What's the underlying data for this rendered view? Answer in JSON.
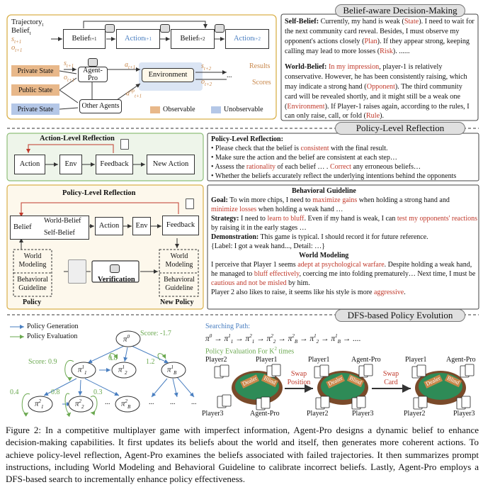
{
  "colors": {
    "observable": "#e8b88a",
    "unobservable": "#b4c7e7",
    "highlight_red": "#c0392b",
    "blue_text": "#4a7fc1",
    "orange_text": "#c8874a",
    "green_arrow": "#6aa84f",
    "panel_yellow_border": "#d9b04a",
    "panel_green_bg": "#eef5ea",
    "panel_yellow_bg": "#fdf8ec",
    "header_gray": "#e0e0e0"
  },
  "top": {
    "header": "Belief-aware Decision-Making",
    "traj_label": "Trajectory",
    "traj_sub": "t",
    "belief_label": "Belief",
    "belief_sub": "t",
    "s_label": "s",
    "s_sub": "t+1",
    "o_label": "o",
    "o_sub": "t+1",
    "belief_t1": "Belief",
    "belief_t1_sub": "t+1",
    "action_t1": "Action",
    "action_t1_sub": "t+1",
    "belief_t2": "Belief",
    "belief_t2_sub": "t+2",
    "action_t2": "Action",
    "action_t2_sub": "t+2",
    "agent_pro": "Agent-Pro",
    "environment": "Environment",
    "other_agents": "Other Agents",
    "private_state_1": "Private State",
    "public_state": "Public State",
    "private_state_2": "Private State",
    "a_label": "a",
    "a_sub": "t+1",
    "a_op_label": "a",
    "a_op_sup": "op",
    "a_op_sub": "t+1",
    "s2_label": "s",
    "s2_sub": "t+2",
    "o2_label": "o",
    "o2_sub": "t+2",
    "dots": "...",
    "results": "Results",
    "scores": "Scores",
    "legend_observable": "Observable",
    "legend_unobservable": "Unobservable"
  },
  "self_belief": {
    "lead": "Self-Belief:",
    "p1": " Currently, my hand is weak (",
    "state": "State",
    "p2": "). I need to wait for the next community card reveal. Besides, I must observe my opponent's actions closely (",
    "plan": "Plan",
    "p3": "). If they appear strong, keeping calling may lead to more losses (",
    "risk": "Risk",
    "p4": "). ......"
  },
  "world_belief": {
    "lead": "World-Belief:",
    "impression": "In my impression",
    "p1": ", player-1 is relatively conservative. However, he has been consistently raising, which may indicate a strong hand (",
    "opponent": "Opponent",
    "p2": "). The third community card will be revealed shortly, and it might still be a weak one (",
    "environment": "Environment",
    "p3": "). If Player-1 raises again, according to the rules, I can only raise, call, or fold (",
    "rule": "Rule",
    "p4": ")."
  },
  "middle": {
    "header": "Policy-Level Reflection",
    "action_reflection_title": "Action-Level Reflection",
    "action": "Action",
    "env": "Env",
    "feedback": "Feedback",
    "new_action": "New Action",
    "policy_reflection_title": "Policy-Level Reflection",
    "belief": "Belief",
    "world_belief": "World-Belief",
    "self_belief": "Self-Belief",
    "action2": "Action",
    "env2": "Env",
    "feedback2": "Feedback",
    "world_modeling": "World Modeling",
    "behavioral_guideline": "Behavioral Guideline",
    "policy": "Policy",
    "new_policy": "New Policy",
    "verification": "Verification"
  },
  "policy_text": {
    "title": "Policy-Level Reflection:",
    "l1a": "• Please check that the belief is ",
    "l1b": "consistent",
    "l1c": " with the final result.",
    "l2": "• Make sure the action and the belief are consistent at each step…",
    "l3a": "• Assess the ",
    "l3b": "rationality",
    "l3c": " of each belief … . ",
    "l3d": "Correct",
    "l3e": " any erroneous beliefs…",
    "l4": "• Whether the beliefs accurately reflect the underlying intentions behind the opponents"
  },
  "guideline_text": {
    "title": "Behavioral Guideline",
    "goal_lead": "Goal:",
    "goal1": " To win more chips, I need to ",
    "goal_red1": "maximize gains",
    "goal2": " when holding a strong hand and ",
    "goal_red2": "minimize losses",
    "goal3": " when holding a weak hand …",
    "strat_lead": "Strategy:",
    "strat1": " I need to ",
    "strat_red1": "learn to bluff",
    "strat2": ". Even if my hand is weak, I can ",
    "strat_red2": "test my opponents' reactions",
    "strat3": " by raising it in the early stages …",
    "demo_lead": "Demonstration:",
    "demo1": " This game is typical. I should record it for future reference.",
    "demo2": "{Label: I got a weak hand..., Detail: …}",
    "wm_title": "World Modeling",
    "wm1": "I perceive that Player 1 seems ",
    "wm_red1": "adept at psychological warfare",
    "wm2": ". Despite holding a weak hand, he managed to ",
    "wm_red2": "bluff effectively",
    "wm3": ", coercing me into folding prematurely… Next time, I must be ",
    "wm_red3": "cautious and not be misled",
    "wm4": " by him.",
    "wm5": "Player 2 also likes to raise, it seems like his style is more ",
    "wm_red4": "aggressive",
    "wm6": "."
  },
  "bottom": {
    "header": "DFS-based Policy Evolution",
    "legend_generation": "Policy Generation",
    "legend_evaluation": "Policy Evaluation",
    "score_root": "Score: -1.7",
    "score_left": "Score: 0.9",
    "v08a": "0.8",
    "v12": "1.2",
    "v04": "0.4",
    "v08b": "0.8",
    "v03": "0.3",
    "searching_path": "Searching Path:",
    "eval_text": "Policy Evaluation For K",
    "eval_sup": "2",
    "eval_text2": " times",
    "swap_position": "Swap Position",
    "swap_card": "Swap Card",
    "t1_p2": "Player2",
    "t1_p1": "Player1",
    "t1_p3": "Player3",
    "t1_ap": "Agent-Pro",
    "t2_p1": "Player1",
    "t2_ap": "Agent-Pro",
    "t2_p2": "Player2",
    "t2_p3": "Player3",
    "t3_p1": "Player1",
    "t3_ap": "Agent-Pro",
    "t3_p2": "Player2",
    "t3_p3": "Player3",
    "dealer": "Dealer",
    "blind": "Blind",
    "pi": "π"
  },
  "caption": "Figure 2: In a competitive multiplayer game with imperfect information, Agent-Pro designs a dynamic belief to enhance decision-making capabilities. It first updates its beliefs about the world and itself, then generates more coherent actions. To achieve policy-level reflection, Agent-Pro examines the beliefs associated with failed trajectories. It then summarizes prompt instructions, including World Modeling and Behavioral Guideline to calibrate incorrect beliefs. Lastly, Agent-Pro employs a DFS-based search to incrementally enhance policy effectiveness."
}
